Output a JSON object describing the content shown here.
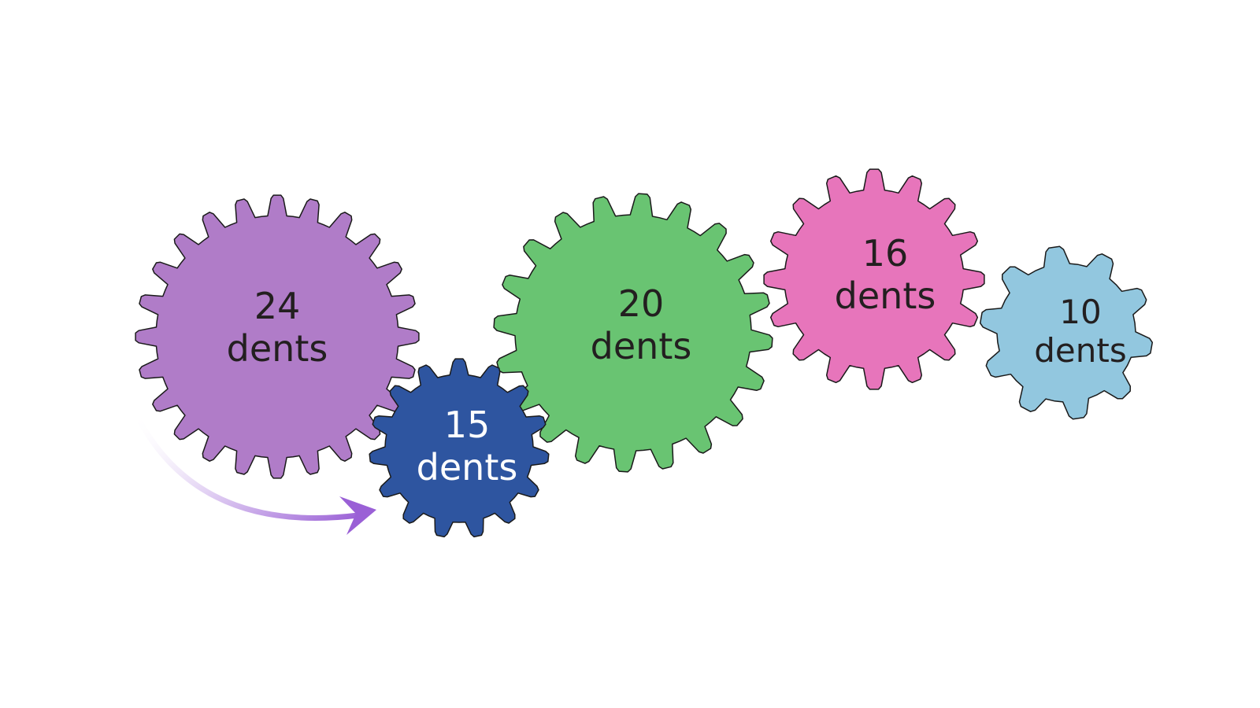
{
  "gears": [
    {
      "id": "gear-24",
      "teeth": 24,
      "count": "24",
      "unit": "dents",
      "fill": "#b07cc8",
      "text_color": "#231f20"
    },
    {
      "id": "gear-15",
      "teeth": 15,
      "count": "15",
      "unit": "dents",
      "fill": "#2e55a0",
      "text_color": "#ffffff"
    },
    {
      "id": "gear-20",
      "teeth": 20,
      "count": "20",
      "unit": "dents",
      "fill": "#69c472",
      "text_color": "#231f20"
    },
    {
      "id": "gear-16",
      "teeth": 16,
      "count": "16",
      "unit": "dents",
      "fill": "#e775bb",
      "text_color": "#231f20"
    },
    {
      "id": "gear-10",
      "teeth": 10,
      "count": "10",
      "unit": "dents",
      "fill": "#92c7df",
      "text_color": "#231f20"
    }
  ],
  "arrow": {
    "color": "#9a60d6",
    "direction": "clockwise"
  }
}
